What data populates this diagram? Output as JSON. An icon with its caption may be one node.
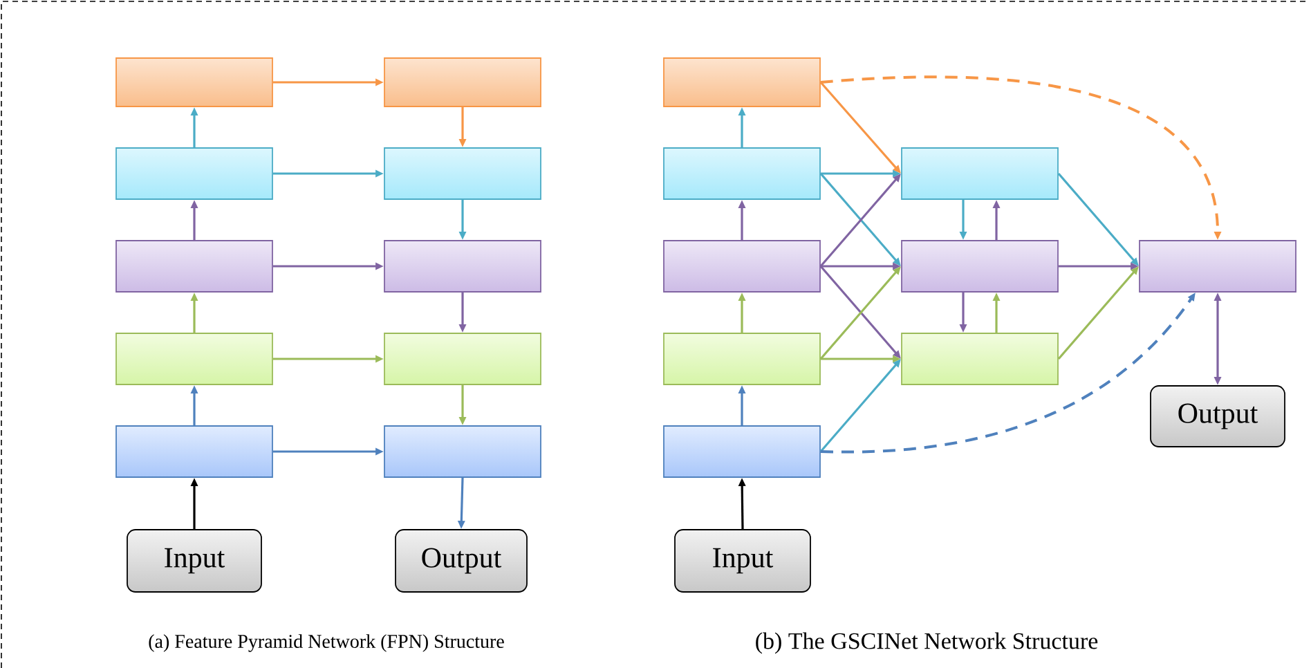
{
  "diagram": {
    "nodes": [
      {
        "text": [],
        "shape": "box"
      },
      {
        "text": [],
        "shape": "box"
      },
      {
        "text": [],
        "shape": "box"
      },
      {
        "text": [],
        "shape": "box"
      },
      {
        "text": [],
        "shape": "box"
      },
      {
        "text": [],
        "shape": "box"
      },
      {
        "text": [],
        "shape": "box"
      },
      {
        "text": [],
        "shape": "box"
      },
      {
        "text": [],
        "shape": "box"
      },
      {
        "text": [],
        "shape": "box"
      },
      {
        "text": [
          "Input"
        ]
      },
      {
        "text": [
          "Output"
        ]
      },
      {
        "text": [],
        "shape": "box"
      },
      {
        "text": [],
        "shape": "box"
      },
      {
        "text": [],
        "shape": "box"
      },
      {
        "text": [],
        "shape": "box"
      },
      {
        "text": [],
        "shape": "box"
      },
      {
        "text": [],
        "shape": "box"
      },
      {
        "text": [],
        "shape": "box"
      },
      {
        "text": [],
        "shape": "box"
      },
      {
        "text": [],
        "shape": "box"
      },
      {
        "text": [
          "Output"
        ]
      },
      {
        "text": [
          "Input"
        ]
      }
    ],
    "edges": [
      {
        "from": 10,
        "to": 4,
        "arrow": "to",
        "color": "#000000"
      },
      {
        "from": 4,
        "to": 3,
        "arrow": "to",
        "color": "#4f81bd"
      },
      {
        "from": 3,
        "to": 2,
        "arrow": "to",
        "color": "#9bbb59"
      },
      {
        "from": 2,
        "to": 1,
        "arrow": "to",
        "color": "#8064a2"
      },
      {
        "from": 1,
        "to": 0,
        "arrow": "to",
        "color": "#4bacc6"
      },
      {
        "from": 0,
        "to": 5,
        "arrow": "to",
        "color": "#f79646"
      },
      {
        "from": 1,
        "to": 6,
        "arrow": "to",
        "color": "#4bacc6"
      },
      {
        "from": 2,
        "to": 7,
        "arrow": "to",
        "color": "#8064a2"
      },
      {
        "from": 3,
        "to": 8,
        "arrow": "to",
        "color": "#9bbb59"
      },
      {
        "from": 4,
        "to": 9,
        "arrow": "to",
        "color": "#4f81bd"
      },
      {
        "from": 5,
        "to": 6,
        "arrow": "to",
        "color": "#f79646"
      },
      {
        "from": 6,
        "to": 7,
        "arrow": "to",
        "color": "#4bacc6"
      },
      {
        "from": 7,
        "to": 8,
        "arrow": "to",
        "color": "#8064a2"
      },
      {
        "from": 8,
        "to": 9,
        "arrow": "to",
        "color": "#9bbb59"
      },
      {
        "from": 9,
        "to": 11,
        "arrow": "to",
        "color": "#4f81bd"
      },
      {
        "from": 22,
        "to": 16,
        "arrow": "to",
        "color": "#000000"
      },
      {
        "from": 16,
        "to": 15,
        "arrow": "to",
        "color": "#4f81bd"
      },
      {
        "from": 15,
        "to": 14,
        "arrow": "to",
        "color": "#9bbb59"
      },
      {
        "from": 14,
        "to": 13,
        "arrow": "to",
        "color": "#8064a2"
      },
      {
        "from": 13,
        "to": 12,
        "arrow": "to",
        "color": "#4bacc6"
      },
      {
        "from": 12,
        "to": 17,
        "arrow": "to",
        "color": "#f79646"
      },
      {
        "from": 13,
        "to": 17,
        "arrow": "to",
        "color": "#4bacc6"
      },
      {
        "from": 13,
        "to": 18,
        "arrow": "to",
        "color": "#4bacc6"
      },
      {
        "from": 14,
        "to": 17,
        "arrow": "to",
        "color": "#8064a2"
      },
      {
        "from": 14,
        "to": 18,
        "arrow": "to",
        "color": "#8064a2"
      },
      {
        "from": 14,
        "to": 19,
        "arrow": "to",
        "color": "#8064a2"
      },
      {
        "from": 15,
        "to": 18,
        "arrow": "to",
        "color": "#9bbb59"
      },
      {
        "from": 15,
        "to": 19,
        "arrow": "to",
        "color": "#9bbb59"
      },
      {
        "from": 16,
        "to": 19,
        "arrow": "to",
        "color": "#4bacc6"
      },
      {
        "from": 17,
        "to": 18,
        "arrow": "to",
        "color": "#4bacc6"
      },
      {
        "from": 18,
        "to": 17,
        "arrow": "to",
        "color": "#8064a2"
      },
      {
        "from": 18,
        "to": 19,
        "arrow": "to",
        "color": "#8064a2"
      },
      {
        "from": 19,
        "to": 18,
        "arrow": "to",
        "color": "#9bbb59"
      },
      {
        "from": 17,
        "to": 20,
        "arrow": "to",
        "color": "#4bacc6"
      },
      {
        "from": 18,
        "to": 20,
        "arrow": "to",
        "color": "#8064a2"
      },
      {
        "from": 19,
        "to": 20,
        "arrow": "to",
        "color": "#9bbb59"
      },
      {
        "from": 12,
        "to": 20,
        "arrow": "to",
        "style": "dashed",
        "color": "#f79646"
      },
      {
        "from": 16,
        "to": 20,
        "arrow": "to",
        "style": "dashed",
        "color": "#4f81bd"
      },
      {
        "from": 20,
        "to": 21,
        "arrow": "both",
        "color": "#8064a2"
      }
    ],
    "labels": [
      "(a) Feature Pyramid Network (FPN) Structure",
      "(b) The GSCINet Network Structure"
    ]
  }
}
